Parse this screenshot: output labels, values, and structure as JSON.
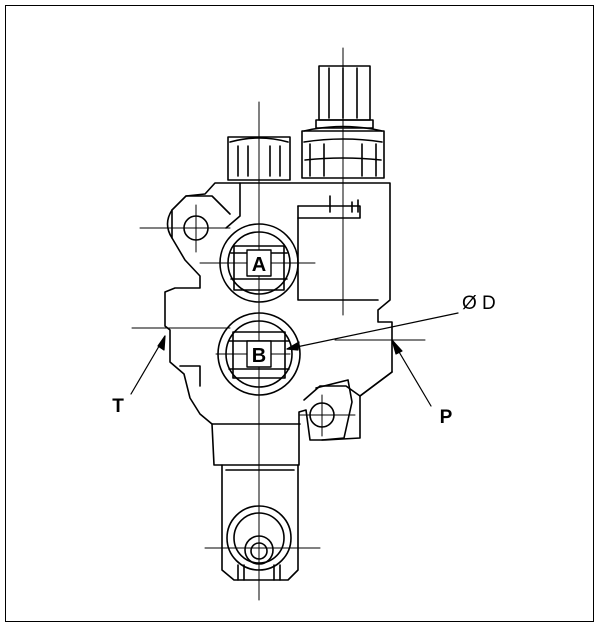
{
  "labels": {
    "port_a": "A",
    "port_b": "B",
    "diameter": "Ø D",
    "port_t": "T",
    "port_p": "P"
  },
  "colors": {
    "line": "#000000",
    "background": "#ffffff"
  }
}
